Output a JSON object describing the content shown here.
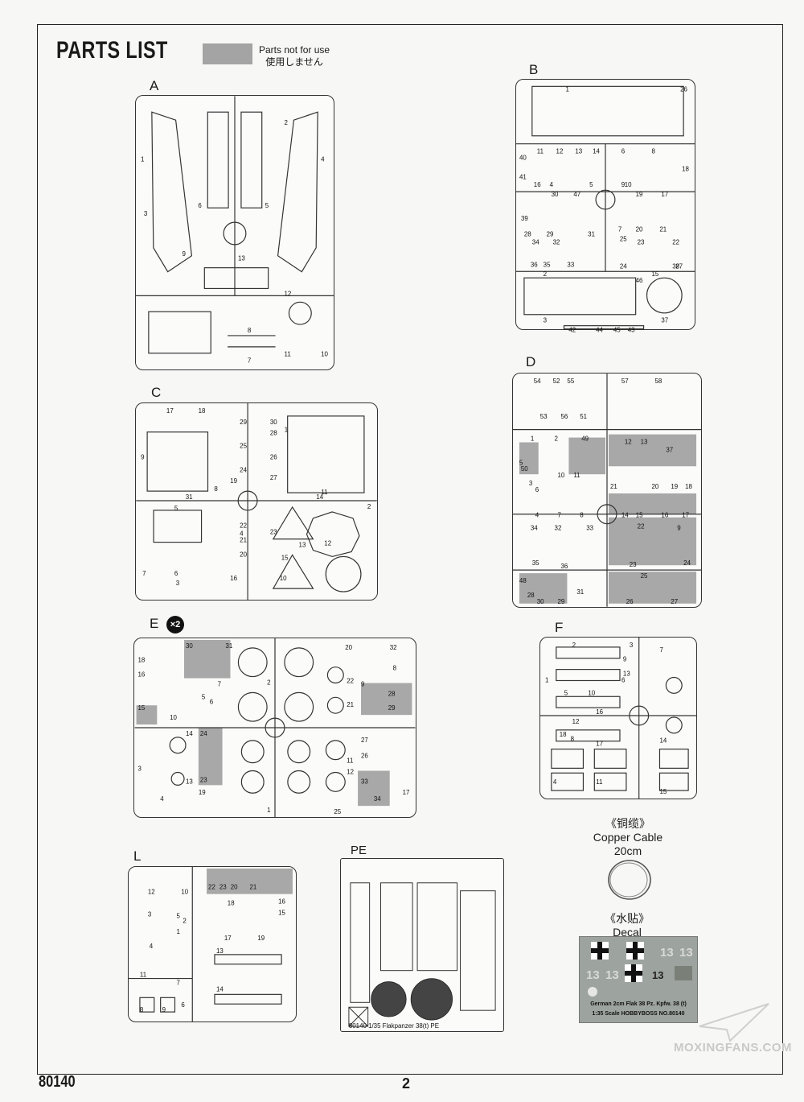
{
  "header": {
    "title": "PARTS LIST",
    "legend_line1": "Parts not for use",
    "legend_line2": "使用しません",
    "legend_color": "#a4a4a4"
  },
  "sprues": {
    "A": {
      "letter": "A",
      "numbers": [
        "1",
        "2",
        "3",
        "4",
        "5",
        "6",
        "7",
        "8",
        "9",
        "10",
        "11",
        "12",
        "13"
      ]
    },
    "B": {
      "letter": "B",
      "numbers": [
        "1",
        "2",
        "3",
        "4",
        "5",
        "6",
        "7",
        "8",
        "9",
        "10",
        "11",
        "12",
        "13",
        "14",
        "15",
        "16",
        "17",
        "18",
        "19",
        "20",
        "21",
        "22",
        "23",
        "24",
        "25",
        "26",
        "27",
        "28",
        "29",
        "30",
        "31",
        "32",
        "33",
        "34",
        "35",
        "36",
        "37",
        "38",
        "39",
        "40",
        "41",
        "42",
        "43",
        "44",
        "45",
        "46",
        "47"
      ]
    },
    "C": {
      "letter": "C",
      "numbers": [
        "1",
        "2",
        "3",
        "4",
        "5",
        "6",
        "7",
        "8",
        "9",
        "10",
        "11",
        "12",
        "13",
        "14",
        "15",
        "16",
        "17",
        "18",
        "19",
        "20",
        "21",
        "22",
        "23",
        "24",
        "25",
        "26",
        "27",
        "28",
        "29",
        "30",
        "31"
      ]
    },
    "D": {
      "letter": "D",
      "numbers": [
        "1",
        "2",
        "3",
        "4",
        "5",
        "6",
        "7",
        "8",
        "9",
        "10",
        "11",
        "12",
        "13",
        "14",
        "15",
        "16",
        "17",
        "18",
        "19",
        "20",
        "21",
        "22",
        "23",
        "24",
        "25",
        "26",
        "27",
        "28",
        "29",
        "30",
        "31",
        "32",
        "33",
        "34",
        "35",
        "36",
        "37",
        "48",
        "49",
        "50",
        "51",
        "52",
        "53",
        "54",
        "55",
        "56",
        "57",
        "58"
      ]
    },
    "E": {
      "letter": "E",
      "multiplier": "×2",
      "numbers": [
        "1",
        "2",
        "3",
        "4",
        "5",
        "6",
        "7",
        "8",
        "9",
        "10",
        "11",
        "12",
        "13",
        "14",
        "15",
        "16",
        "17",
        "18",
        "19",
        "20",
        "21",
        "22",
        "23",
        "24",
        "25",
        "26",
        "27",
        "28",
        "29",
        "30",
        "31",
        "32",
        "33",
        "34"
      ]
    },
    "F": {
      "letter": "F",
      "numbers": [
        "1",
        "2",
        "3",
        "4",
        "5",
        "6",
        "7",
        "8",
        "9",
        "10",
        "11",
        "12",
        "13",
        "14",
        "15",
        "16",
        "17",
        "18"
      ]
    },
    "L": {
      "letter": "L",
      "numbers": [
        "1",
        "2",
        "3",
        "4",
        "5",
        "6",
        "7",
        "8",
        "9",
        "10",
        "11",
        "12",
        "13",
        "14",
        "15",
        "16",
        "17",
        "18",
        "19",
        "20",
        "21",
        "22",
        "23"
      ]
    },
    "PE": {
      "letter": "PE",
      "caption": "80140 1/35 Flakpanzer 38(t)  PE"
    }
  },
  "copper_cable": {
    "cn": "《铜缆》",
    "en": "Copper Cable",
    "length": "20cm"
  },
  "decal": {
    "cn": "《水贴》",
    "en": "Decal",
    "markings": [
      "13",
      "13",
      "13",
      "13",
      "13"
    ],
    "caption_line1": "German 2cm Flak 38 Pz. Kpfw. 38 (t)",
    "caption_line2": "1:35 Scale   HOBBYBOSS   NO.80140"
  },
  "footer": {
    "code": "80140",
    "page": "2"
  },
  "watermark": "MOXINGFANS.COM"
}
